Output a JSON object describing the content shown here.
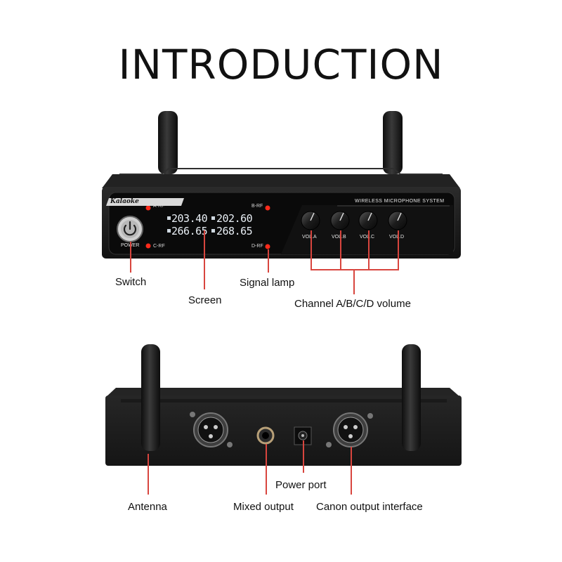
{
  "title": "INTRODUCTION",
  "front_panel": {
    "brand": "Kalaoke",
    "system_label": "WIRELESS MICROPHONE SYSTEM",
    "power_label": "POWER",
    "rf_labels": {
      "a": "A-RF",
      "b": "B-RF",
      "c": "C-RF",
      "d": "D-RF"
    },
    "frequencies": {
      "a": "203.40",
      "b": "202.60",
      "c": "266.65",
      "d": "268.65"
    },
    "volume_labels": [
      "VOL.A",
      "VOL.B",
      "VOL.C",
      "VOL.D"
    ]
  },
  "callouts": {
    "switch": "Switch",
    "screen": "Screen",
    "signal_lamp": "Signal lamp",
    "channel_volume": "Channel A/B/C/D volume",
    "antenna": "Antenna",
    "mixed_output": "Mixed output",
    "power_port": "Power port",
    "canon_output": "Canon output interface"
  },
  "colors": {
    "accent_line": "#d8453e",
    "led": "#ff2a1a",
    "panel": "#141414"
  }
}
